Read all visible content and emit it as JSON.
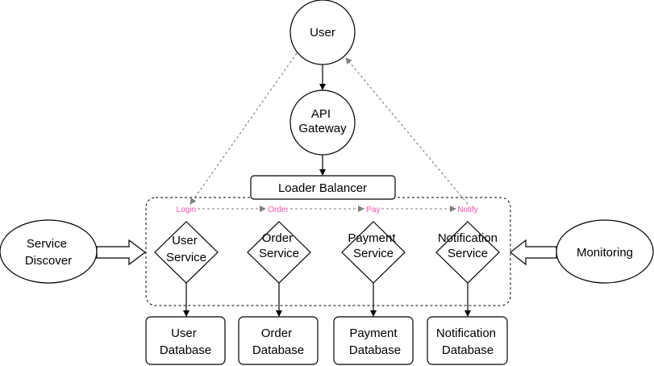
{
  "nodes": {
    "user": {
      "lines": [
        "User"
      ]
    },
    "api_gateway": {
      "lines": [
        "API",
        "Gateway"
      ]
    },
    "load_balancer": {
      "lines": [
        "Loader Balancer"
      ]
    },
    "service_discover": {
      "lines": [
        "Service",
        "Discover"
      ]
    },
    "monitoring": {
      "lines": [
        "Monitoring"
      ]
    },
    "user_service": {
      "lines": [
        "User",
        "Service"
      ]
    },
    "order_service": {
      "lines": [
        "Order",
        "Service"
      ]
    },
    "payment_service": {
      "lines": [
        "Payment",
        "Service"
      ]
    },
    "notification_service": {
      "lines": [
        "Notification",
        "Service"
      ]
    },
    "user_db": {
      "lines": [
        "User",
        "Database"
      ]
    },
    "order_db": {
      "lines": [
        "Order",
        "Database"
      ]
    },
    "payment_db": {
      "lines": [
        "Payment",
        "Database"
      ]
    },
    "notification_db": {
      "lines": [
        "Notification",
        "Database"
      ]
    }
  },
  "flow_labels": {
    "login": "Login",
    "order": "Order",
    "pay": "Pay",
    "notify": "Notify"
  },
  "colors": {
    "flow_label": "#ff4fb0",
    "dashed_edge": "#808080",
    "stroke": "#000000",
    "background": "#ffffff"
  }
}
